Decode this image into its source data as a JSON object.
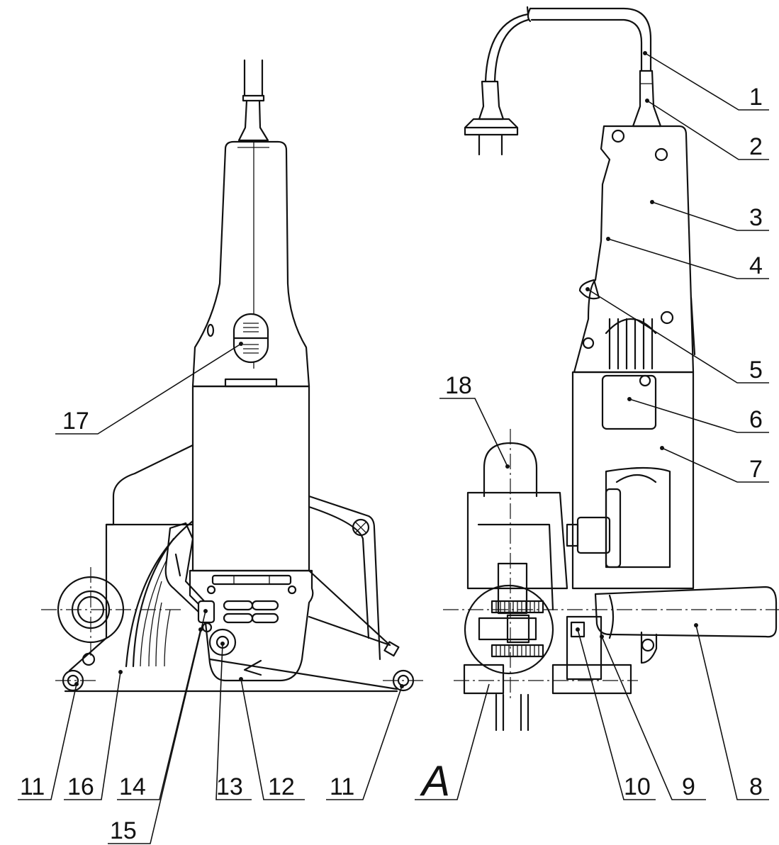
{
  "callouts": {
    "c1": "1",
    "c2": "2",
    "c3": "3",
    "c4": "4",
    "c5": "5",
    "c6": "6",
    "c7": "7",
    "c8": "8",
    "c9": "9",
    "c10": "10",
    "c11_left": "11",
    "c11_right": "11",
    "c12": "12",
    "c13": "13",
    "c14": "14",
    "c15": "15",
    "c16": "16",
    "c17": "17",
    "c18": "18",
    "cA": "A"
  }
}
